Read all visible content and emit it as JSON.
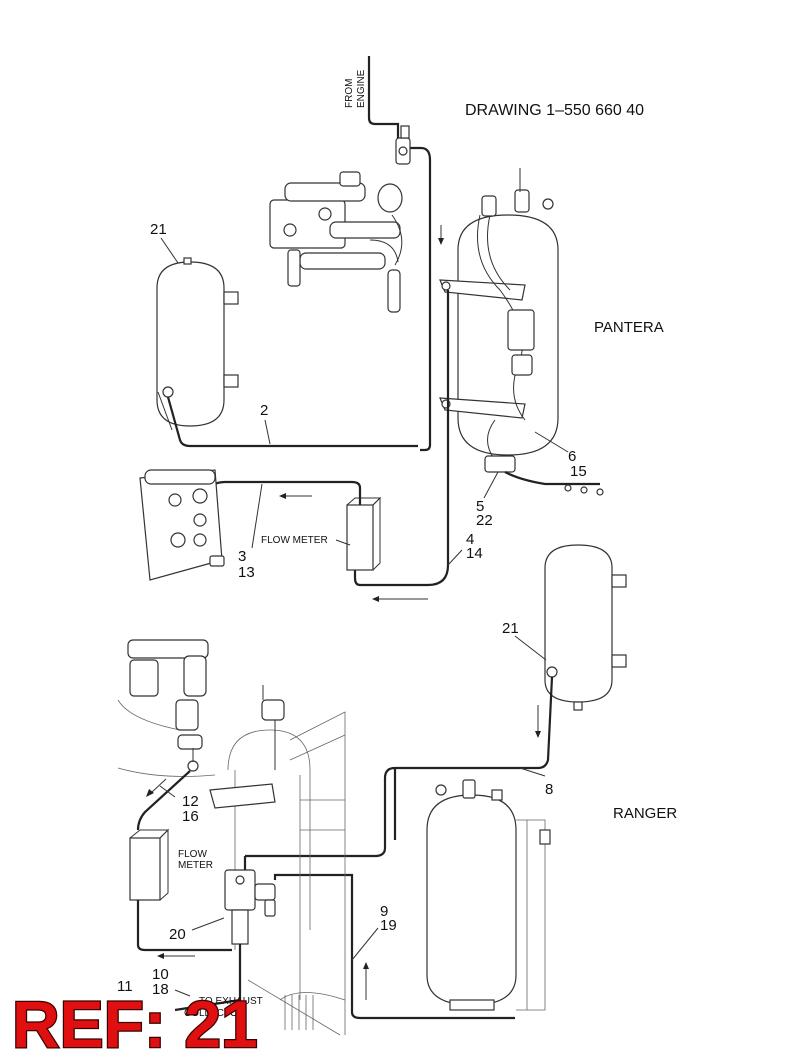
{
  "drawing_title": "DRAWING  1–550 660 40",
  "from_engine": [
    "FROM",
    "ENGINE"
  ],
  "section_labels": {
    "pantera": "PANTERA",
    "ranger": "RANGER"
  },
  "flow_meter_top": "FLOW METER",
  "flow_meter_bottom": [
    "FLOW",
    "METER"
  ],
  "exhaust_collector": [
    "TO EXHAUST",
    "COLLECTOR"
  ],
  "callouts": {
    "c21_top": "21",
    "c2": "2",
    "c6": "6",
    "c15": "15",
    "c5": "5",
    "c22": "22",
    "c3": "3",
    "c13": "13",
    "c4": "4",
    "c14": "14",
    "c21_right": "21",
    "c8": "8",
    "c12": "12",
    "c16": "16",
    "c9": "9",
    "c19": "19",
    "c20": "20",
    "c11": "11",
    "c10": "10",
    "c18": "18"
  },
  "ref_badge": "REF: 21",
  "colors": {
    "ref_badge": "#e01010",
    "line": "#222222"
  }
}
